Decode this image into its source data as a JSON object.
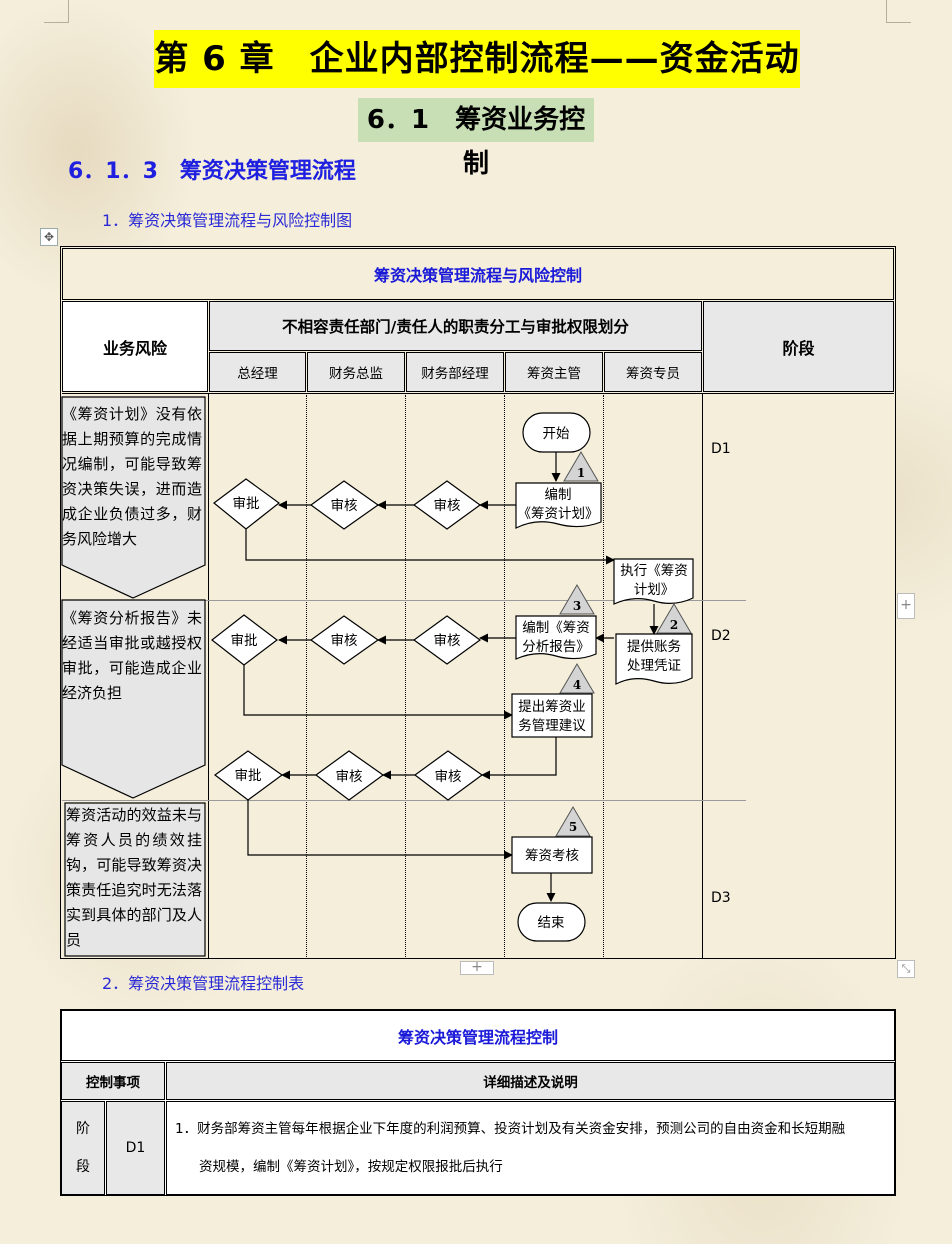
{
  "chapter_title": "第 6 章　企业内部控制流程——资金活动",
  "section_title": "6．1　筹资业务控制",
  "subsection_title": "6．1．3　筹资决策管理流程",
  "part1_title": "1．筹资决策管理流程与风险控制图",
  "part2_title": "2．筹资决策管理流程控制表",
  "flow_table": {
    "title": "筹资决策管理流程与风险控制",
    "col_risk": "业务风险",
    "col_dept": "不相容责任部门/责任人的职责分工与审批权限划分",
    "col_stage": "阶段",
    "lanes": [
      "总经理",
      "财务总监",
      "财务部经理",
      "筹资主管",
      "筹资专员"
    ],
    "risks": [
      "《筹资计划》没有依据上期预算的完成情况编制，可能导致筹资决策失误，进而造成企业负债过多，财务风险增大",
      "《筹资分析报告》未经适当审批或越授权审批，可能造成企业经济负担",
      "筹资活动的效益未与筹资人员的绩效挂钩，可能导致筹资决策责任追究时无法落实到具体的部门及人员"
    ],
    "stages": [
      "D1",
      "D2",
      "D3"
    ],
    "nodes": {
      "start": "开始",
      "end": "结束",
      "approve": "审批",
      "review_cfo": "审核",
      "review_mgr": "审核",
      "plan_line1": "编制",
      "plan_line2": "《筹资计划》",
      "exec_line1": "执行《筹资",
      "exec_line2": "计划》",
      "voucher_line1": "提供账务",
      "voucher_line2": "处理凭证",
      "report_line1": "编制《筹资",
      "report_line2": "分析报告》",
      "advice_line1": "提出筹资业",
      "advice_line2": "务管理建议",
      "assess": "筹资考核"
    },
    "markers": [
      "1",
      "2",
      "3",
      "4",
      "5"
    ]
  },
  "control_table": {
    "title": "筹资决策管理流程控制",
    "col_items": "控制事项",
    "col_detail": "详细描述及说明",
    "row_label_1": "阶",
    "row_label_2": "段",
    "row_stage": "D1",
    "row_text_1": "1．财务部筹资主管每年根据企业下年度的利润预算、投资计划及有关资金安排，预测公司的自由资金和长短期融",
    "row_text_2": "资规模，编制《筹资计划》，按规定权限报批后执行"
  },
  "colors": {
    "chapter_bg": "#ffff00",
    "section_bg": "#c8dfb5",
    "heading_blue": "#1f1fe0",
    "header_gray": "#e8e8e8"
  }
}
